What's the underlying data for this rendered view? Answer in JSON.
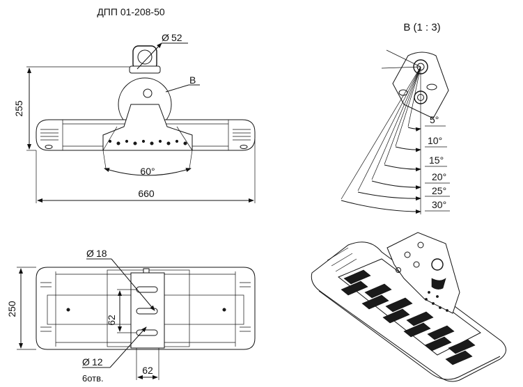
{
  "title": "ДПП 01-208-50",
  "detail_title": "В (1 : 3)",
  "detail_callout": "В",
  "front_view": {
    "dim_eye_diameter": "52",
    "dim_height": "255",
    "dim_angle": "60°",
    "dim_length": "660"
  },
  "detail_view": {
    "angles": [
      "5°",
      "10°",
      "15°",
      "20°",
      "25°",
      "30°"
    ]
  },
  "top_view": {
    "dim_hole_diameter": "18",
    "dim_width": "250",
    "dim_spacing_vertical": "62",
    "dim_spacing_horizontal": "62",
    "dim_small_hole_diameter": "12",
    "holes_count": "6отв."
  },
  "diameter_symbol": "Ø"
}
